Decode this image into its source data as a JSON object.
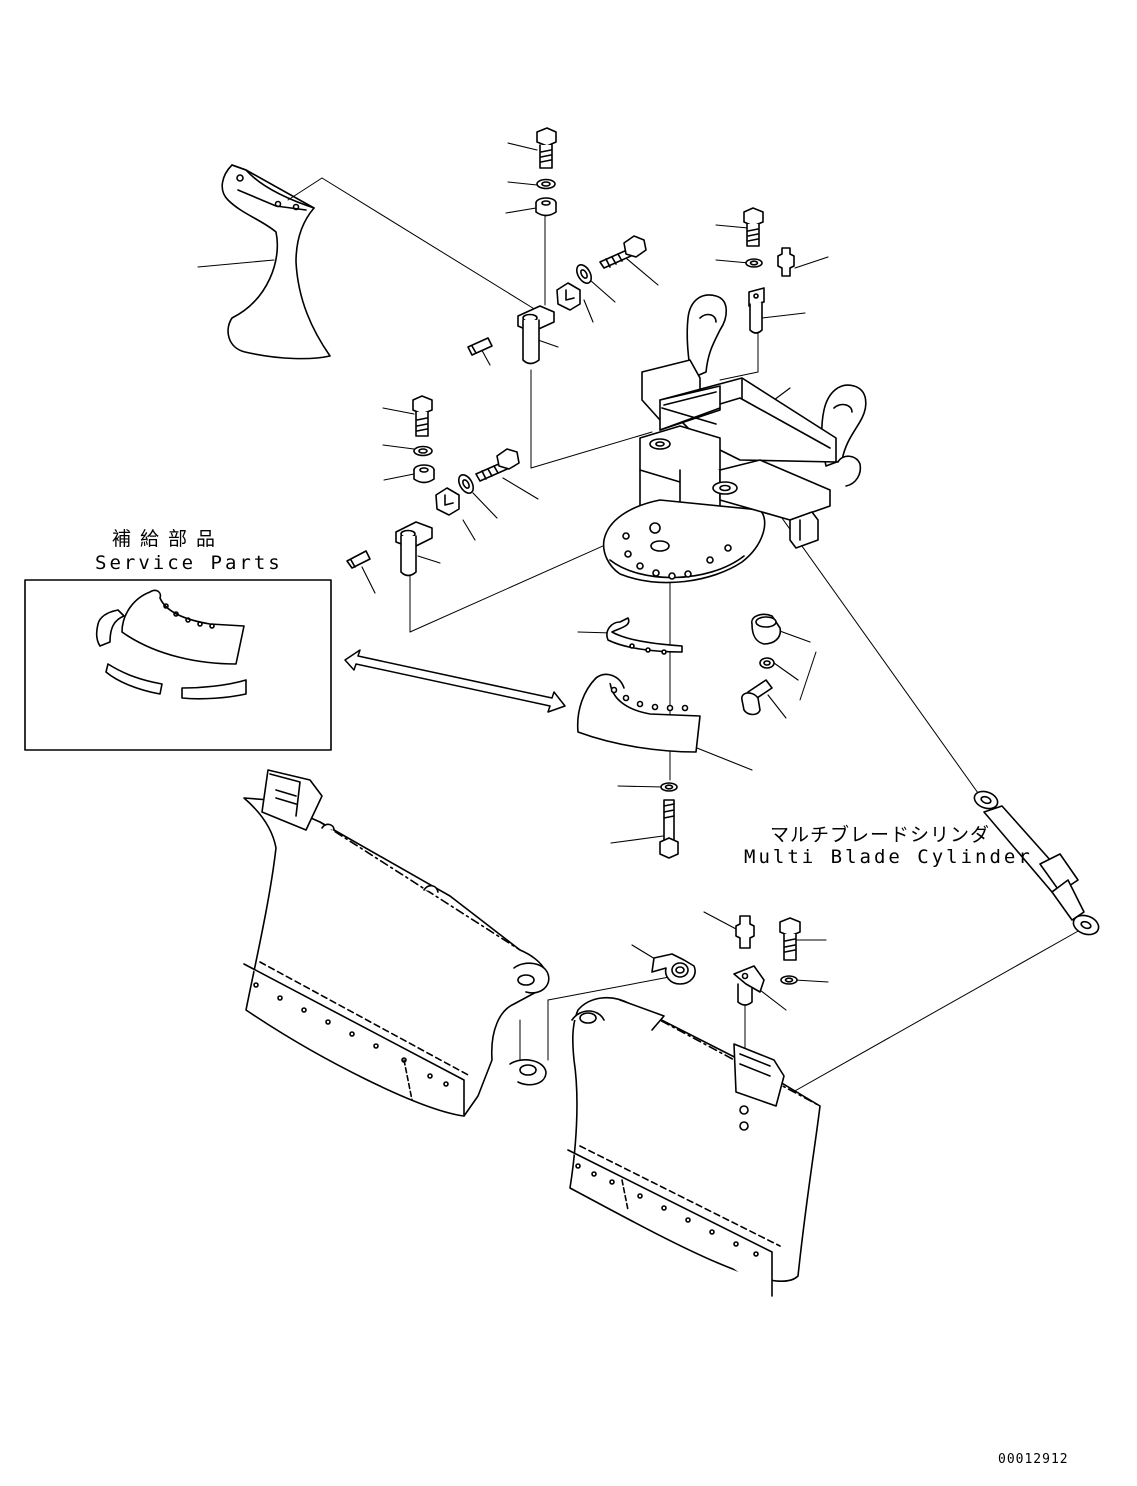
{
  "callouts": {
    "service_parts_jp": "補給部品",
    "service_parts_en": "Service Parts",
    "cylinder_jp": "マルチブレードシリンダ",
    "cylinder_en": "Multi Blade Cylinder"
  },
  "drawing_number": "00012912",
  "line_color": "#000000",
  "background_color": "#ffffff"
}
